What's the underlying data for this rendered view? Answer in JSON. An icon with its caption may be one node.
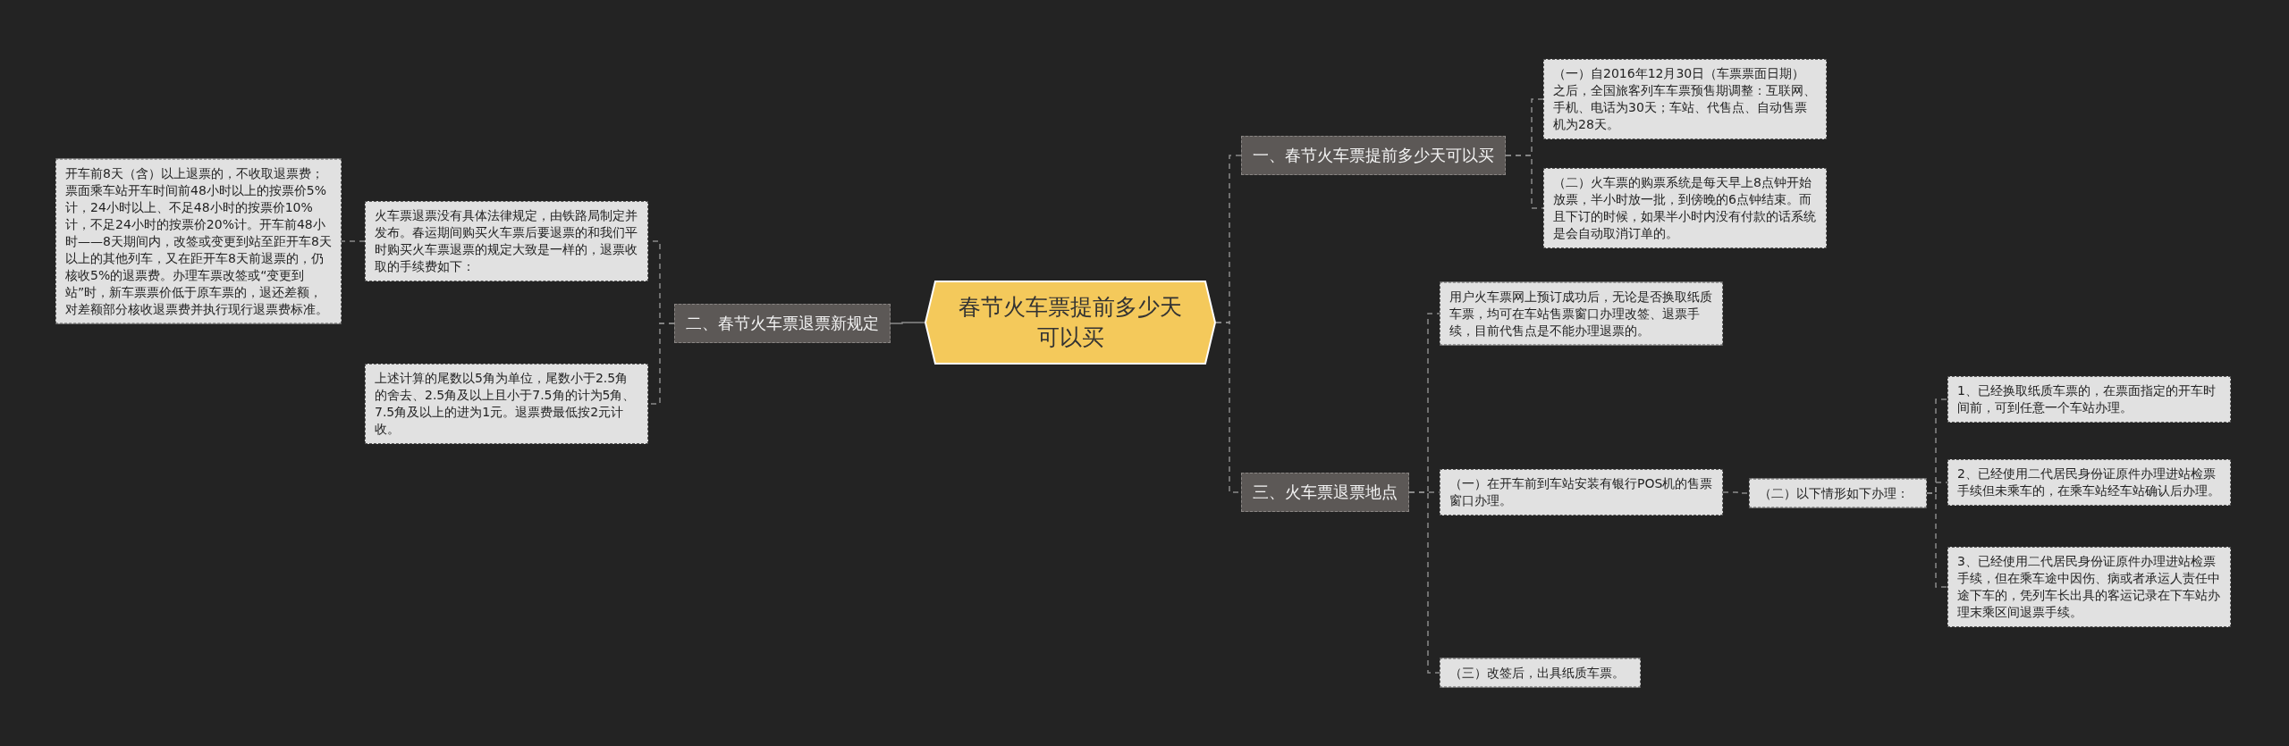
{
  "diagram": {
    "nodes": [
      {
        "text": [
          "春节火车票提前多少天可以买"
        ]
      },
      {
        "text": [
          "一、春节火车票提前多少天可以买"
        ]
      },
      {
        "text": [
          "（一）自2016年12月30日（车票票面日期）之后，全国旅客列车车票预售期调整：互联网、手机、电话为30天；车站、代售点、自动售票机为28天。"
        ]
      },
      {
        "text": [
          "（二）火车票的购票系统是每天早上8点钟开始放票，半小时放一批，到傍晚的6点钟结束。而且下订的时候，如果半小时内没有付款的话系统是会自动取消订单的。"
        ]
      },
      {
        "text": [
          "二、春节火车票退票新规定"
        ]
      },
      {
        "text": [
          "火车票退票没有具体法律规定，由铁路局制定并发布。春运期间购买火车票后要退票的和我们平时购买火车票退票的规定大致是一样的，退票收取的手续费如下："
        ]
      },
      {
        "text": [
          "开车前8天（含）以上退票的，不收取退票费；票面乘车站开车时间前48小时以上的按票价5%计，24小时以上、不足48小时的按票价10%计，不足24小时的按票价20%计。开车前48小时——8天期间内，改签或变更到站至距开车8天以上的其他列车，又在距开车8天前退票的，仍核收5%的退票费。办理车票改签或“变更到站”时，新车票票价低于原车票的，退还差额，对差额部分核收退票费并执行现行退票费标准。"
        ]
      },
      {
        "text": [
          "上述计算的尾数以5角为单位，尾数小于2.5角的舍去、2.5角及以上且小于7.5角的计为5角、7.5角及以上的进为1元。退票费最低按2元计收。"
        ]
      },
      {
        "text": [
          "三、火车票退票地点"
        ]
      },
      {
        "text": [
          "用户火车票网上预订成功后，无论是否换取纸质车票，均可在车站售票窗口办理改签、退票手续，目前代售点是不能办理退票的。"
        ]
      },
      {
        "text": [
          "（一）在开车前到车站安装有银行POS机的售票窗口办理。"
        ]
      },
      {
        "text": [
          "（二）以下情形如下办理："
        ]
      },
      {
        "text": [
          "1、已经换取纸质车票的，在票面指定的开车时间前，可到任意一个车站办理。"
        ]
      },
      {
        "text": [
          "2、已经使用二代居民身份证原件办理进站检票手续但未乘车的，在乘车站经车站确认后办理。"
        ]
      },
      {
        "text": [
          "3、已经使用二代居民身份证原件办理进站检票手续，但在乘车途中因伤、病或者承运人责任中途下车的，凭列车长出具的客运记录在下车站办理末乘区间退票手续。"
        ]
      },
      {
        "text": [
          "（三）改签后，出具纸质车票。"
        ]
      }
    ],
    "edges": [
      {
        "from": 0,
        "to": 1,
        "arrow": "none",
        "style": "dashed"
      },
      {
        "from": 1,
        "to": 2,
        "arrow": "none",
        "style": "dashed"
      },
      {
        "from": 1,
        "to": 3,
        "arrow": "none",
        "style": "dashed"
      },
      {
        "from": 0,
        "to": 4,
        "arrow": "none"
      },
      {
        "from": 4,
        "to": 5,
        "arrow": "none",
        "style": "dashed"
      },
      {
        "from": 5,
        "to": 6,
        "arrow": "none",
        "style": "dashed"
      },
      {
        "from": 4,
        "to": 7,
        "arrow": "none",
        "style": "dashed"
      },
      {
        "from": 0,
        "to": 8,
        "arrow": "none",
        "style": "dashed"
      },
      {
        "from": 8,
        "to": 9,
        "arrow": "none",
        "style": "dashed"
      },
      {
        "from": 8,
        "to": 10,
        "arrow": "none",
        "style": "dashed"
      },
      {
        "from": 10,
        "to": 11,
        "arrow": "none",
        "style": "dashed"
      },
      {
        "from": 11,
        "to": 12,
        "arrow": "none",
        "style": "dashed"
      },
      {
        "from": 11,
        "to": 13,
        "arrow": "none",
        "style": "dashed"
      },
      {
        "from": 11,
        "to": 14,
        "arrow": "none",
        "style": "dashed"
      },
      {
        "from": 8,
        "to": 15,
        "arrow": "none",
        "style": "dashed"
      }
    ]
  }
}
